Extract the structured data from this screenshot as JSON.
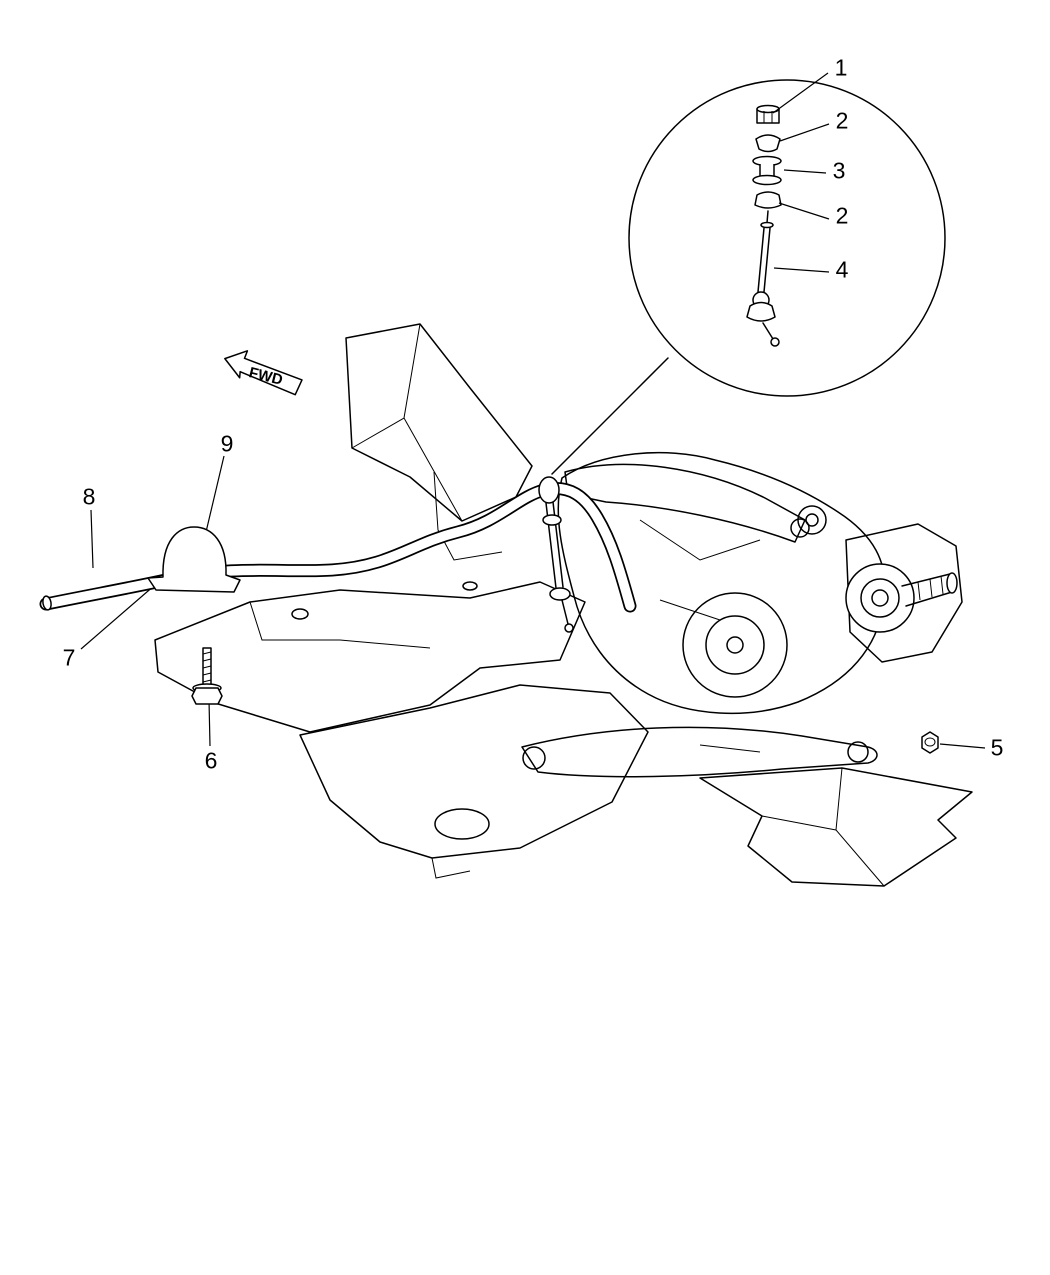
{
  "figure": {
    "background": "#ffffff",
    "line_color": "#000000"
  },
  "fwd_label": "FWD",
  "callouts": [
    {
      "label": "1"
    },
    {
      "label": "2"
    },
    {
      "label": "3"
    },
    {
      "label": "2"
    },
    {
      "label": "4"
    },
    {
      "label": "5"
    },
    {
      "label": "6"
    },
    {
      "label": "7"
    },
    {
      "label": "8"
    },
    {
      "label": "9"
    }
  ]
}
